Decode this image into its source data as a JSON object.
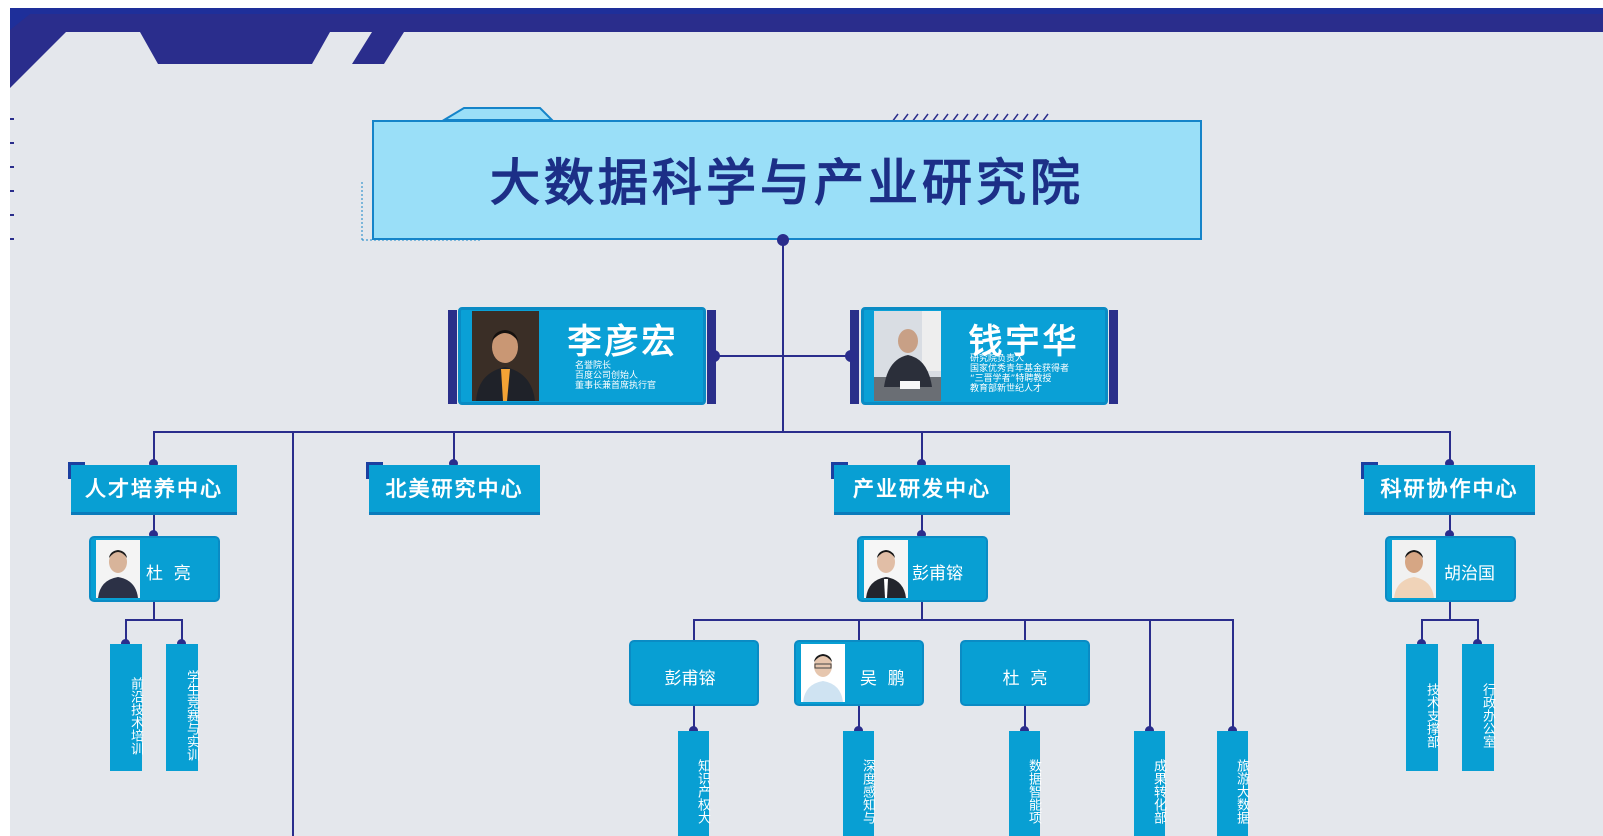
{
  "title": "大数据科学与产业研究院",
  "leaders": [
    {
      "name": "李彦宏",
      "roles": [
        "名誉院长",
        "百度公司创始人",
        "董事长兼首席执行官"
      ]
    },
    {
      "name": "钱宇华",
      "roles": [
        "研究院负责人",
        "国家优秀青年基金获得者",
        "“三晋学者”特聘教授",
        "教育部新世纪人才"
      ]
    }
  ],
  "centers": [
    {
      "name": "人才培养中心",
      "head": "杜  亮",
      "departments": [
        "前沿技术培训",
        "学生竞赛与实训"
      ]
    },
    {
      "name": "北美研究中心"
    },
    {
      "name": "产业研发中心",
      "head": "彭甫镕",
      "subheads": [
        "彭甫镕",
        "吴  鹏",
        "杜  亮"
      ],
      "departments": [
        "知识产权大",
        "深度感知与",
        "数据智能项",
        "成果转化部",
        "旅游大数据"
      ]
    },
    {
      "name": "科研协作中心",
      "head": "胡治国",
      "departments": [
        "技术支撑部",
        "行政办公室"
      ]
    }
  ],
  "colors": {
    "navy": "#2a2d8c",
    "box": "#089fd3",
    "title_bg": "#9adff8",
    "title_text": "#1c2f87",
    "background": "#e4e7ec"
  }
}
